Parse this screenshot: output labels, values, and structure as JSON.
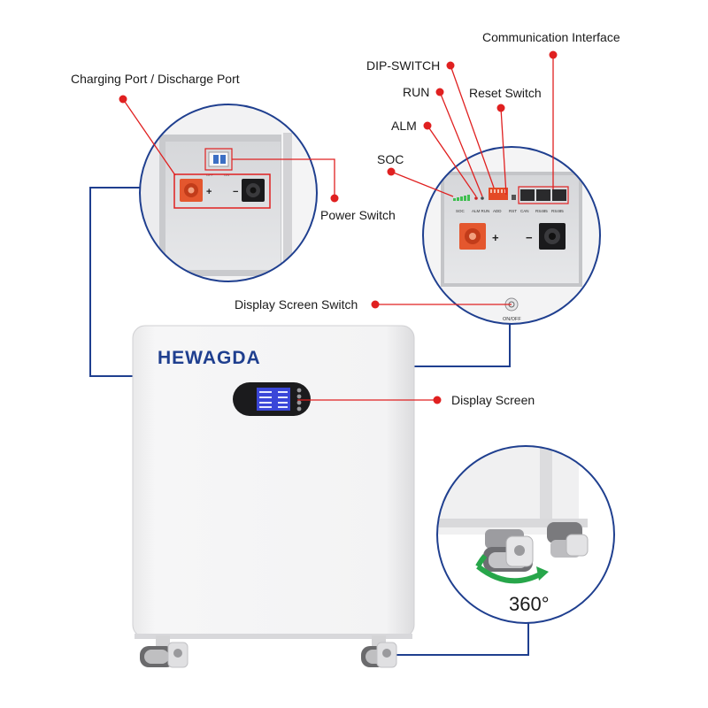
{
  "brand": "HEWAGDA",
  "callouts": {
    "communication_interface": "Communication Interface",
    "dip_switch": "DIP-SWITCH",
    "charging_port": "Charging Port / Discharge Port",
    "run": "RUN",
    "reset_switch": "Reset Switch",
    "alm": "ALM",
    "soc": "SOC",
    "power_switch": "Power Switch",
    "display_screen_switch": "Display Screen Switch",
    "display_screen": "Display Screen"
  },
  "panel_labels": {
    "soc": "SOC",
    "alm_run": "ALM RUN",
    "add": "ADD",
    "rst": "RST",
    "can": "CAN",
    "rs485_a": "RS485",
    "rs485_b": "RS485",
    "plus": "+",
    "minus": "−",
    "on_off": "ON/OFF",
    "switch_off": "OFF",
    "switch_on": "ON"
  },
  "wheel_rotation": "360°",
  "colors": {
    "accent_red": "#e02020",
    "line_blue": "#1f3f8f",
    "brand_blue": "#1f3f8f",
    "port_orange": "#e4572e",
    "screen_blue": "#3a46d8"
  }
}
